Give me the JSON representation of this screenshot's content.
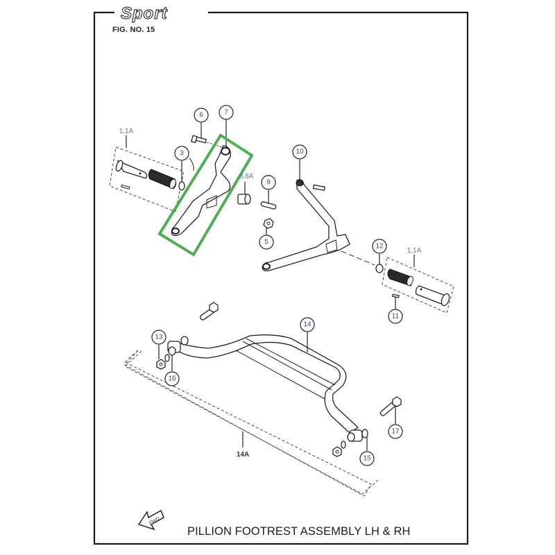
{
  "header": {
    "brand_logo": "Sport",
    "figure_label": "FIG. NO. 15"
  },
  "caption": "PILLION FOOTREST ASSEMBLY LH & RH",
  "direction_indicator": {
    "label": "FWD",
    "icon": "arrow-left-icon"
  },
  "highlight": {
    "color": "#4caf50",
    "target_part": "7"
  },
  "parts": {
    "p1_left": "1,1A",
    "p1_right": "1,1A",
    "p3": "3",
    "p5": "5",
    "p6": "6",
    "p7": "7",
    "p8": "8,8A",
    "p9": "9",
    "p10": "10",
    "p11": "11",
    "p12": "12",
    "p13": "13",
    "p14": "14",
    "p14a": "14A",
    "p15": "15",
    "p16": "16",
    "p17": "17"
  }
}
